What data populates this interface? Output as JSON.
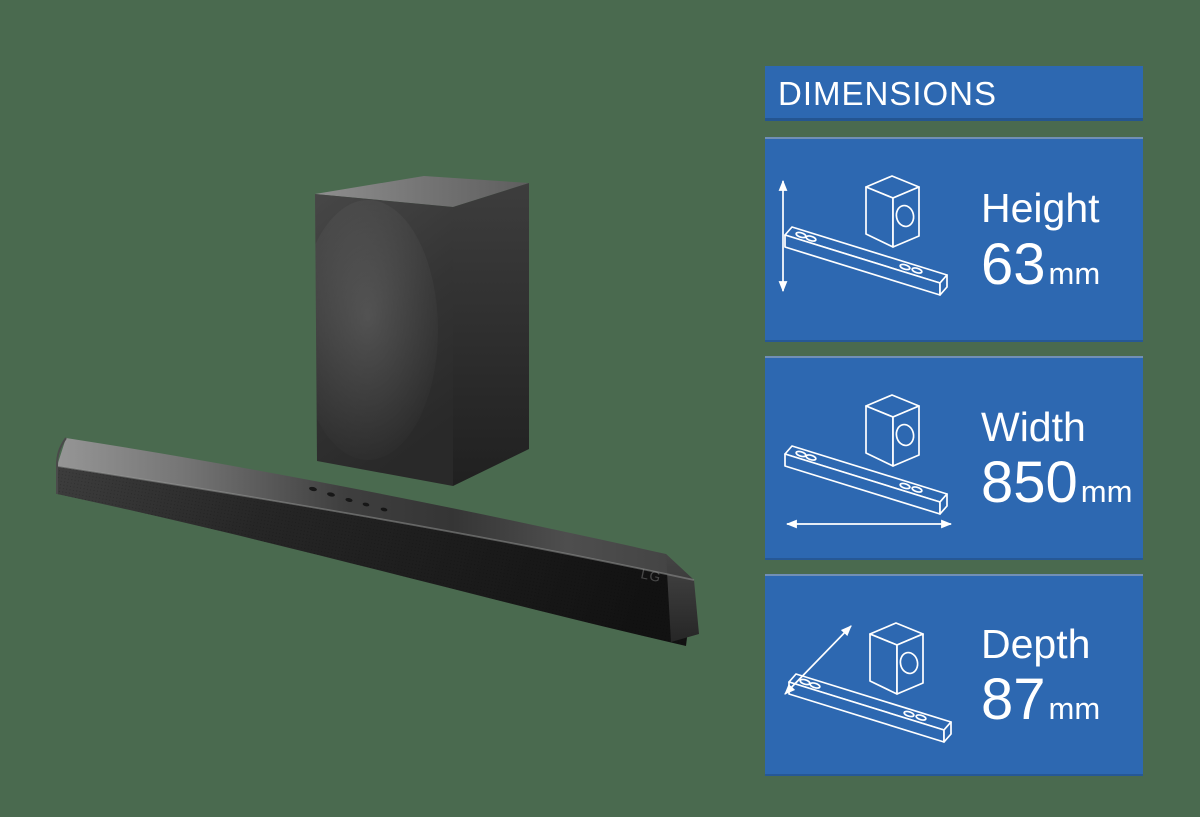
{
  "canvas": {
    "background_color": "#4a6a4f",
    "accent_blue": "#2d68b1",
    "text_color": "#ffffff"
  },
  "header": {
    "title": "DIMENSIONS"
  },
  "panels": [
    {
      "label": "Height",
      "value": "63",
      "unit": "mm",
      "icon": "soundbar-subwoofer-vertical-arrow-icon"
    },
    {
      "label": "Width",
      "value": "850",
      "unit": "mm",
      "icon": "soundbar-subwoofer-horizontal-arrow-icon"
    },
    {
      "label": "Depth",
      "value": "87",
      "unit": "mm",
      "icon": "soundbar-subwoofer-diagonal-arrow-icon"
    }
  ],
  "product": {
    "brand_logo": "LG",
    "photo_alt": "Black soundbar with wireless subwoofer"
  }
}
